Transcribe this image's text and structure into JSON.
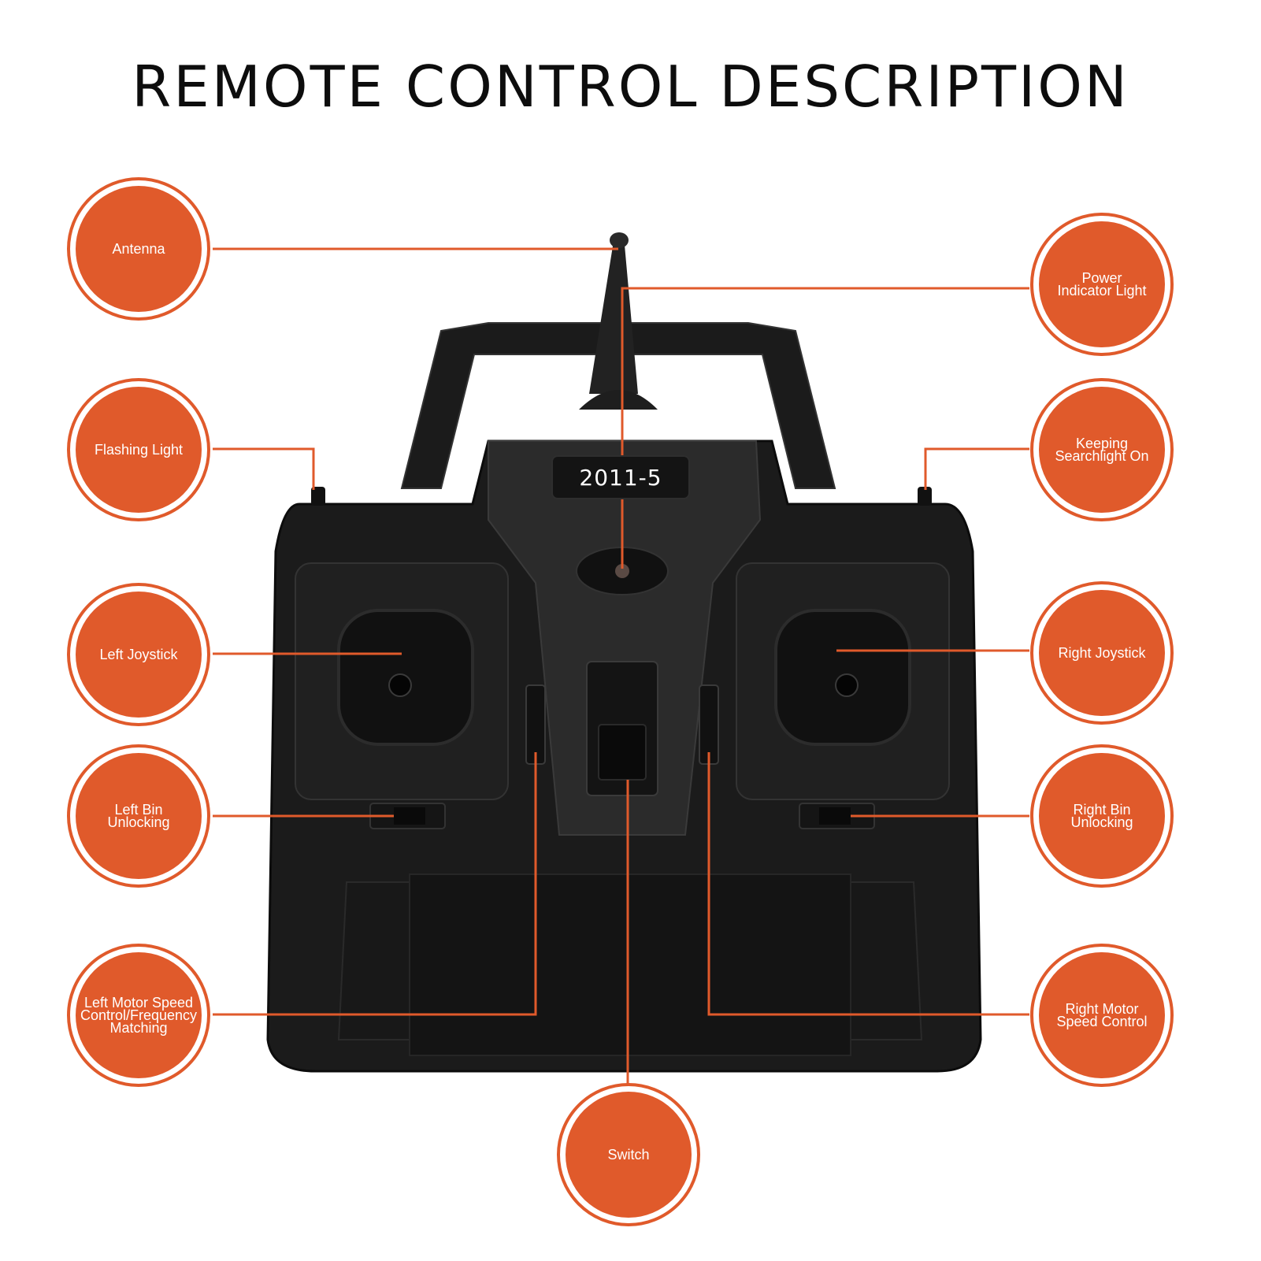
{
  "title": "REMOTE CONTROL DESCRIPTION",
  "model_label": "2011-5",
  "accent_color": "#e05a2b",
  "device_color": "#1b1b1b",
  "callouts": [
    {
      "id": "antenna",
      "label": "Antenna"
    },
    {
      "id": "flashing-light",
      "label": "Flashing Light"
    },
    {
      "id": "left-joystick",
      "label": "Left Joystick"
    },
    {
      "id": "left-bin-unlocking",
      "label": "Left Bin\nUnlocking"
    },
    {
      "id": "left-motor-speed",
      "label": "Left Motor Speed\nControl/Frequency\nMatching"
    },
    {
      "id": "switch",
      "label": "Switch"
    },
    {
      "id": "power-indicator-light",
      "label": "Power\nIndicator Light"
    },
    {
      "id": "keeping-searchlight-on",
      "label": "Keeping\nSearchlight On"
    },
    {
      "id": "right-joystick",
      "label": "Right Joystick"
    },
    {
      "id": "right-bin-unlocking",
      "label": "Right Bin\nUnlocking"
    },
    {
      "id": "right-motor-speed",
      "label": "Right Motor\nSpeed Control"
    }
  ]
}
